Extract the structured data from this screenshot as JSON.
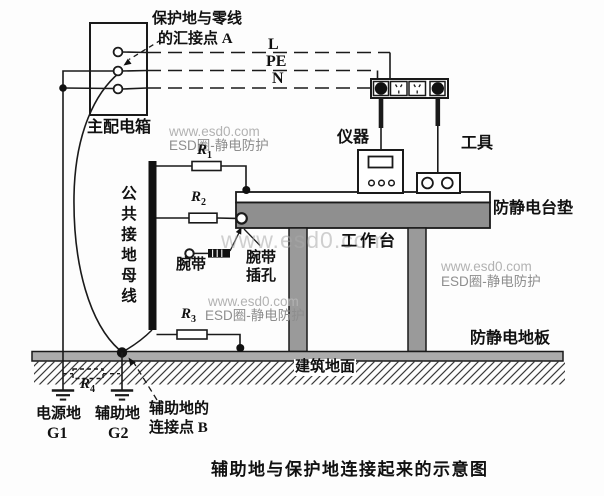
{
  "watermark": {
    "site": "www.esd0.com",
    "brand": "ESD圈-静电防护"
  },
  "title": "辅助地与保护地连接起来的示意图",
  "labels": {
    "junction_a_line1": "保护地与零线",
    "junction_a_line2": "的汇接点 A",
    "line_l": "L",
    "line_pe": "PE",
    "line_n": "N",
    "main_box": "主配电箱",
    "instrument": "仪器",
    "tool": "工具",
    "ground_bus": "公共接地母线",
    "antistatic_mat": "防静电台垫",
    "workbench": "工作台",
    "wrist_strap": "腕带",
    "wrist_jack_line1": "腕带",
    "wrist_jack_line2": "插孔",
    "antistatic_floor": "防静电地板",
    "building_ground": "建筑地面",
    "power_ground": "电源地",
    "power_ground_id": "G1",
    "aux_ground": "辅助地",
    "aux_ground_id": "G2",
    "point_b_line1": "辅助地的",
    "point_b_line2": "连接点 B"
  },
  "resistors": {
    "r1": {
      "symbol": "R",
      "sub": "1"
    },
    "r2": {
      "symbol": "R",
      "sub": "2"
    },
    "r3": {
      "symbol": "R",
      "sub": "3"
    },
    "r4": {
      "symbol": "R",
      "sub": "4"
    }
  },
  "colors": {
    "ink": "#1a1a1a",
    "tabletop_gray": "#8f8f8f",
    "leg_gray": "#9a9a9a",
    "floor_gray": "#acacac",
    "watermark_light": "#b2b2b2",
    "watermark_dark": "#8e8e8e"
  }
}
